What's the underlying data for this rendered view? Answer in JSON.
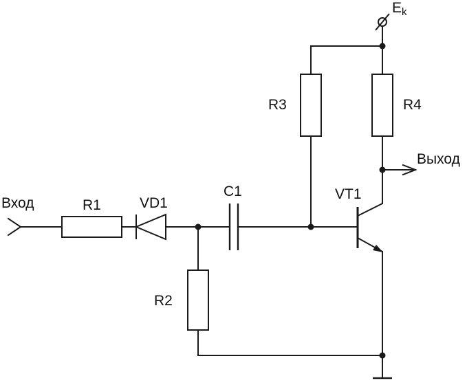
{
  "labels": {
    "input": "Вход",
    "output": "Выход",
    "supply_main": "E",
    "supply_sub": "k",
    "r1": "R1",
    "r2": "R2",
    "r3": "R3",
    "r4": "R4",
    "c1": "C1",
    "vd1": "VD1",
    "vt1": "VT1"
  },
  "colors": {
    "line": "#1a1a1a",
    "text": "#111111",
    "background": "#ffffff"
  }
}
